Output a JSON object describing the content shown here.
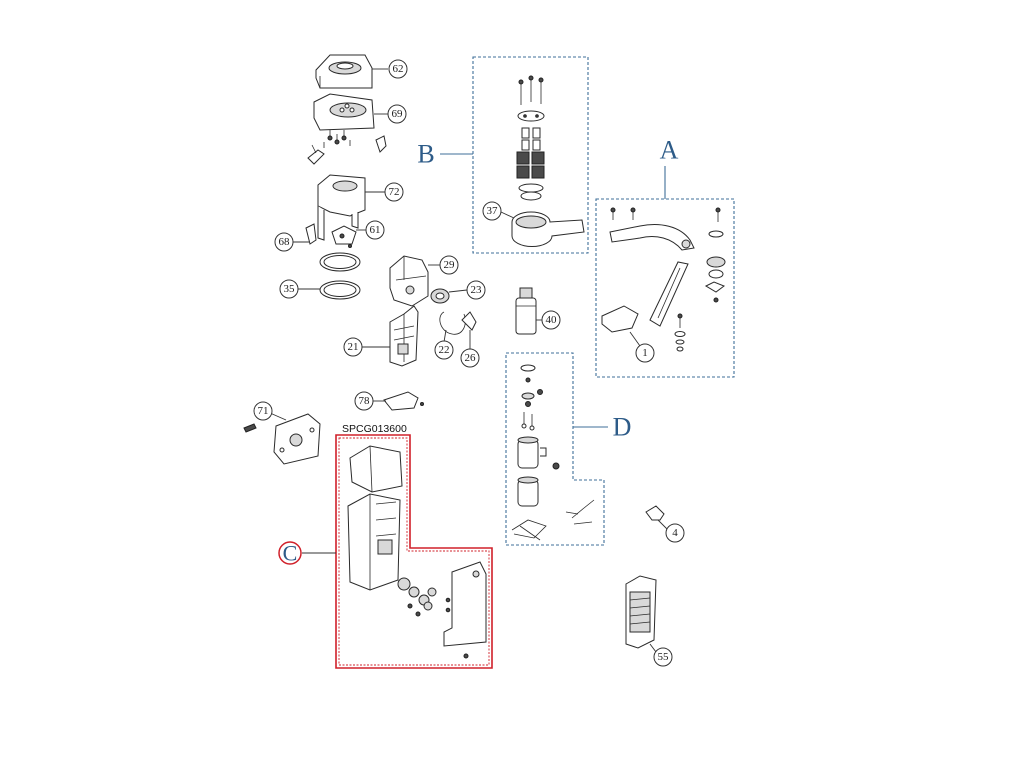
{
  "kit": {
    "code": "SPCG013600"
  },
  "groups": {
    "A": {
      "letter": "A",
      "color": "#2d5b88"
    },
    "B": {
      "letter": "B",
      "color": "#2d5b88"
    },
    "C": {
      "letter": "C",
      "color": "#d0202a"
    },
    "D": {
      "letter": "D",
      "color": "#2d5b88"
    }
  },
  "callouts": {
    "p62": "62",
    "p69": "69",
    "p72": "72",
    "p61": "61",
    "p68": "68",
    "p35": "35",
    "p29": "29",
    "p23": "23",
    "p21": "21",
    "p22": "22",
    "p26": "26",
    "p37": "37",
    "p40": "40",
    "p1": "1",
    "p78": "78",
    "p71": "71",
    "p4": "4",
    "p55": "55"
  }
}
